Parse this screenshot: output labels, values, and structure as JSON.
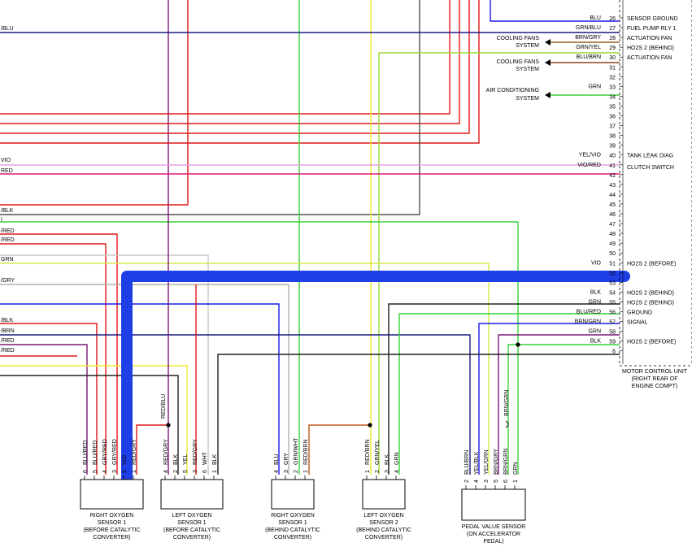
{
  "ecu": {
    "caption": [
      "MOTOR CONTROL UNIT",
      "(RIGHT REAR OF",
      "ENGINE COMPT)"
    ],
    "pins": [
      "26",
      "27",
      "28",
      "29",
      "30",
      "31",
      "32",
      "33",
      "34",
      "35",
      "36",
      "37",
      "38",
      "39",
      "40",
      "41",
      "42",
      "43",
      "44",
      "45",
      "46",
      "47",
      "48",
      "49",
      "50",
      "51",
      "52",
      "53",
      "54",
      "55",
      "56",
      "57",
      "58",
      "59",
      "6"
    ],
    "pin_functions": [
      {
        "pin": "26",
        "label": "SENSOR GROUND"
      },
      {
        "pin": "27",
        "label": "FUEL PUMP RLY 1"
      },
      {
        "pin": "28",
        "label": "ACTUATION FAN"
      },
      {
        "pin": "29",
        "label": "HO2S 2 (BEHIND)"
      },
      {
        "pin": "30",
        "label": "ACTUATION FAN"
      },
      {
        "pin": "40",
        "label": "TANK LEAK DIAG"
      },
      {
        "pin": "41",
        "label": "CLUTCH SWITCH"
      },
      {
        "pin": "51",
        "label": "HO2S 2 (BEFORE)"
      },
      {
        "pin": "54",
        "label": "HO2S 2 (BEHIND)"
      },
      {
        "pin": "55",
        "label": "HO2S 2 (BEHIND)"
      },
      {
        "pin": "56",
        "label": "GROUND"
      },
      {
        "pin": "57",
        "label": "SIGNAL"
      },
      {
        "pin": "59",
        "label": "HO2S 2 (BEFORE)"
      }
    ],
    "pin_wire_colors": [
      {
        "pin": "26",
        "color": "BLU"
      },
      {
        "pin": "27",
        "color": "GRN/BLU"
      },
      {
        "pin": "28",
        "color": "BRN/GRY"
      },
      {
        "pin": "29",
        "color": "GRN/YEL"
      },
      {
        "pin": "30",
        "color": "BLU/BRN"
      },
      {
        "pin": "33",
        "color": "GRN"
      },
      {
        "pin": "40",
        "color": "YEL/VIO"
      },
      {
        "pin": "41",
        "color": "VIO/RED"
      },
      {
        "pin": "51",
        "color": "VIO"
      },
      {
        "pin": "54",
        "color": "BLK"
      },
      {
        "pin": "55",
        "color": "GRN"
      },
      {
        "pin": "56",
        "color": "BLU/RED"
      },
      {
        "pin": "57",
        "color": "BRN/GRN"
      },
      {
        "pin": "58",
        "color": "GRN"
      },
      {
        "pin": "59",
        "color": "BLK"
      }
    ]
  },
  "systems": [
    {
      "line1": "COOLING FANS",
      "line2": "SYSTEM"
    },
    {
      "line1": "COOLING FANS",
      "line2": "SYSTEM"
    },
    {
      "line1": "AIR CONDITIONING",
      "line2": "SYSTEM"
    }
  ],
  "left_edge_labels": [
    "/BLU",
    "VIO",
    "RED",
    "/BLK",
    "I",
    "/RED",
    "/RED",
    "GRN",
    "/GRY",
    "/BLK",
    "/BRN",
    "/RED",
    "/RED"
  ],
  "sensors": [
    {
      "lines": [
        "RIGHT OXYGEN",
        "SENSOR 1",
        "(BEFORE CATALYTIC",
        "CONVERTER)"
      ],
      "pins": [
        {
          "n": "6",
          "w": "BLU/RED"
        },
        {
          "n": "5",
          "w": "BLU/RED"
        },
        {
          "n": "4",
          "w": "GRY/RED"
        },
        {
          "n": "3",
          "w": "GRY/RED"
        },
        {
          "n": "2",
          "w": "VIO"
        },
        {
          "n": "1",
          "w": "RED/GRY"
        }
      ]
    },
    {
      "lines": [
        "LEFT OXYGEN",
        "SENSOR 1",
        "(BEFORE CATALYTIC",
        "CONVERTER)"
      ],
      "pins": [
        {
          "n": "4",
          "w": "RED/GRY"
        },
        {
          "n": "2",
          "w": "BLK"
        },
        {
          "n": "5",
          "w": "YEL"
        },
        {
          "n": "3",
          "w": "RED/GRY"
        },
        {
          "n": "6",
          "w": "WHT"
        },
        {
          "n": "1",
          "w": "BLK"
        }
      ]
    },
    {
      "lines": [
        "RIGHT OXYGEN",
        "SENSOR 1",
        "(BEHIND CATALYTIC",
        "CONVERTER)"
      ],
      "pins": [
        {
          "n": "4",
          "w": "BLU"
        },
        {
          "n": "3",
          "w": "GRY"
        },
        {
          "n": "2",
          "w": "GRN/WHT"
        },
        {
          "n": "1",
          "w": "RED/BRN"
        }
      ]
    },
    {
      "lines": [
        "LEFT OXYGEN",
        "SENSOR 2",
        "(BEHIND CATALYTIC",
        "CONVERTER)"
      ],
      "pins": [
        {
          "n": "1",
          "w": "RED/BRN"
        },
        {
          "n": "2",
          "w": "GRN/YEL"
        },
        {
          "n": "3",
          "w": "BLK"
        },
        {
          "n": "4",
          "w": "GRN"
        }
      ]
    },
    {
      "lines": [
        "PEDAL VALUE SENSOR",
        "(ON ACCELERATOR",
        "PEDAL)"
      ],
      "pins": [
        {
          "n": "2",
          "w": "BLU/BRN"
        },
        {
          "n": "4",
          "w": "YEL/BLK"
        },
        {
          "n": "3",
          "w": "YEL/GRN"
        },
        {
          "n": "5",
          "w": "BRN/GRY"
        },
        {
          "n": "6",
          "w": "BRN/GRN"
        },
        {
          "n": "1",
          "w": "GRN"
        }
      ]
    }
  ],
  "splice_labels": [
    "RED/BLU",
    "BRN/GRN"
  ],
  "colors": {
    "highlight": "#1f3fe6",
    "red": "#e01818",
    "violet": "#7a1878",
    "green": "#38d038",
    "yellow": "#f0e830",
    "blue": "#1a1ae8",
    "gray": "#a8a8a8",
    "black": "#202020",
    "magenta": "#e0187a",
    "brown": "#a05a18"
  }
}
